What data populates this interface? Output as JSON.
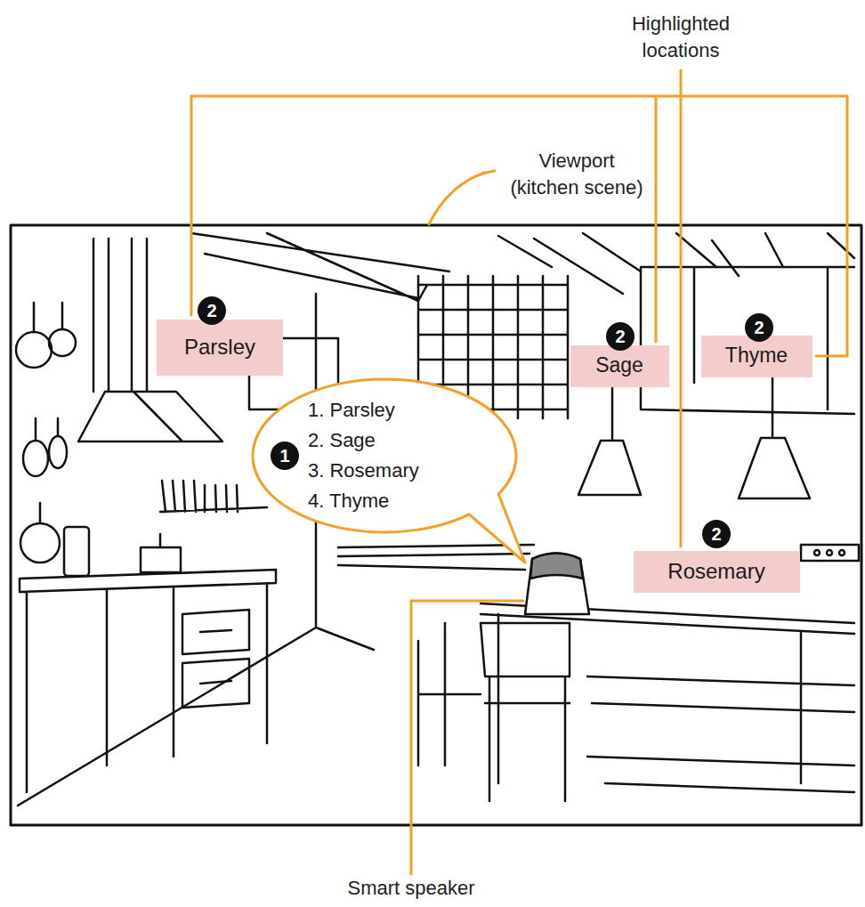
{
  "diagram": {
    "nodes": [
      {
        "text": [
          "Parsley"
        ]
      },
      {
        "text": [
          "Sage"
        ]
      },
      {
        "text": [
          "Thyme"
        ]
      },
      {
        "text": [
          "1. Parsley",
          "2. Sage",
          "3. Rosemary",
          "4. Thyme"
        ]
      },
      {
        "text": [
          "Rosemary"
        ]
      }
    ],
    "labels": [
      "Highlighted locations",
      "Viewport (kitchen scene)",
      "2",
      "2",
      "2",
      "1",
      "2",
      "Smart speaker"
    ]
  }
}
